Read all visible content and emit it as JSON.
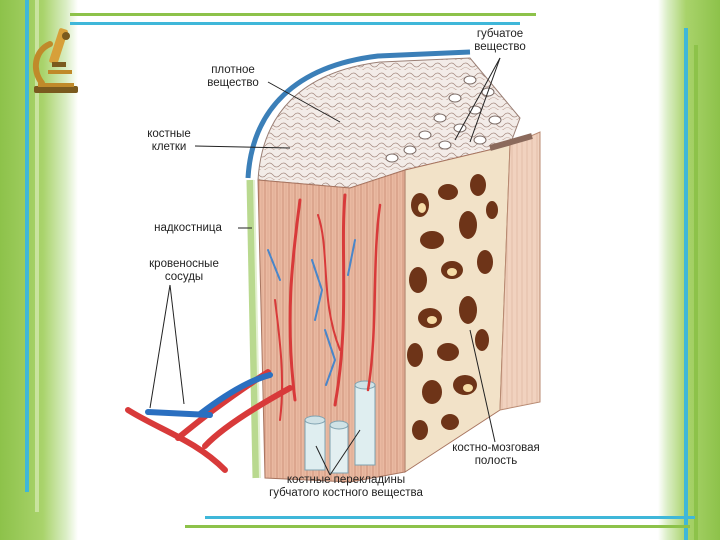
{
  "labels": {
    "spongy_substance": [
      "губчатое",
      "вещество"
    ],
    "compact_substance": [
      "плотное",
      "вещество"
    ],
    "bone_cells": [
      "костные",
      "клетки"
    ],
    "periosteum": "надкостница",
    "blood_vessels": [
      "кровеносные",
      "сосуды"
    ],
    "marrow_cavity": [
      "костно-мозговая",
      "полость"
    ],
    "trabeculae": [
      "костные перекладины",
      "губчатого костного вещества"
    ]
  },
  "icons": [
    "microscope-icon"
  ],
  "colors": {
    "green_frame": "#8dc24a",
    "cyan_bar": "#3fb7d9",
    "periosteum": "#3b7fb8",
    "artery": "#d83a3a",
    "vein": "#2a6fc0",
    "bone_tissue": "#e6b9a0",
    "marrow": "#7a3b1c"
  }
}
